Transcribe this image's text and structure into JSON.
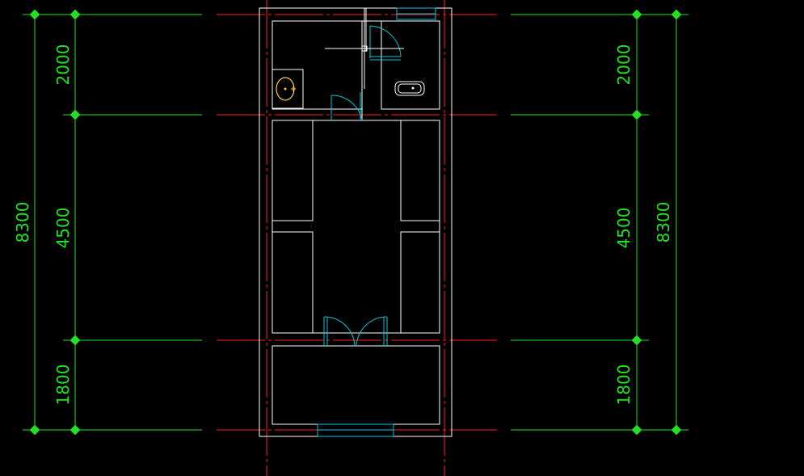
{
  "colors": {
    "background": "#000000",
    "wall": "#ffffff",
    "axis": "#ff2020",
    "dimension": "#22e022",
    "door_window": "#00c8d8",
    "fixture": "#ffcc33"
  },
  "dimensions": {
    "left_segments": [
      "2000",
      "4500",
      "1800"
    ],
    "left_total": "8300",
    "right_segments": [
      "2000",
      "4500",
      "1800"
    ],
    "right_total": "8300"
  },
  "legend_icons": [
    "washbasin-icon",
    "bathtub-icon",
    "crosshair-cursor-icon"
  ]
}
